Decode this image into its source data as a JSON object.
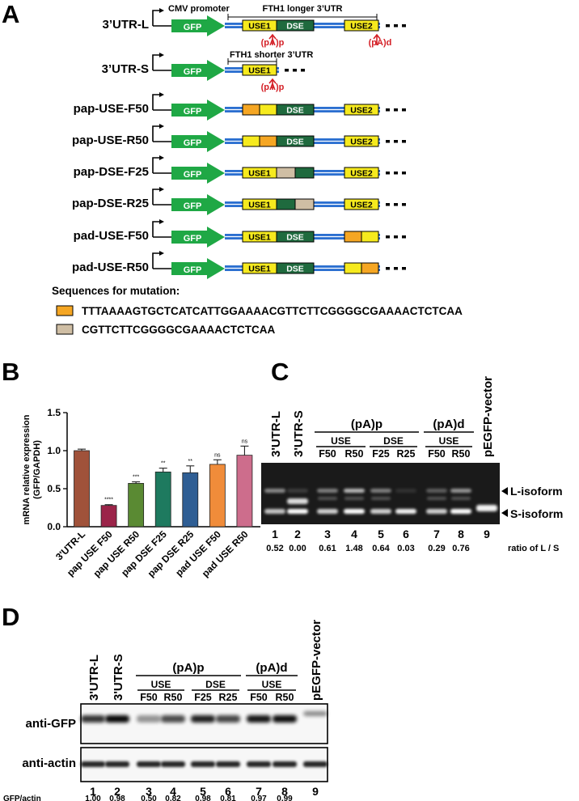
{
  "panel_labels": {
    "a": "A",
    "b": "B",
    "c": "C",
    "d": "D"
  },
  "panel_a": {
    "cmv_label": "CMV promoter",
    "gfp_label": "GFP",
    "longer_utr_label": "FTH1 longer 3’UTR",
    "shorter_utr_label": "FTH1 shorter 3’UTR",
    "pap_label": "(pA)p",
    "pad_label": "(pA)d",
    "box_use1": "USE1",
    "box_dse": "DSE",
    "box_use2": "USE2",
    "constructs": [
      {
        "name": "3’UTR-L"
      },
      {
        "name": "3’UTR-S"
      },
      {
        "name": "pap-USE-F50"
      },
      {
        "name": "pap-USE-R50"
      },
      {
        "name": "pap-DSE-F25"
      },
      {
        "name": "pap-DSE-R25"
      },
      {
        "name": "pad-USE-F50"
      },
      {
        "name": "pad-USE-R50"
      }
    ],
    "sequences_title": "Sequences for mutation:",
    "seq1": "TTTAAAAGTGCTCATCATTGGAAAACGTTCTTCGGGGCGAAAACTCTCAA",
    "seq2": "CGTTCTTCGGGGCGAAAACTCTCAA",
    "colors": {
      "use": "#f6ea1e",
      "dse": "#1f6a3e",
      "mut1": "#f5a623",
      "mut2": "#cfbea4",
      "gfp": "#1fa845",
      "utr": "#2b6fd0",
      "pa": "#d41f26"
    }
  },
  "chart_data": {
    "type": "bar",
    "ylabel": "mRNA relative expression (GFP/GAPDH)",
    "categories": [
      "3'UTR-L",
      "pap USE F50",
      "pap USE R50",
      "pap DSE F25",
      "pap DSE R25",
      "pad USE F50",
      "pad USE R50"
    ],
    "values": [
      1.0,
      0.28,
      0.57,
      0.72,
      0.71,
      0.82,
      0.94
    ],
    "errors": [
      0.02,
      0.01,
      0.02,
      0.05,
      0.09,
      0.06,
      0.12
    ],
    "significance": [
      "",
      "****",
      "***",
      "**",
      "**",
      "ns",
      "ns"
    ],
    "colors": [
      "#a0523a",
      "#9b2449",
      "#5a8a33",
      "#1e7a5f",
      "#2f5e94",
      "#f08c3a",
      "#cd6d8c"
    ],
    "ylim": [
      0,
      1.5
    ],
    "yticks": [
      "0.0",
      "0.5",
      "1.0",
      "1.5"
    ]
  },
  "panel_c": {
    "lanes": [
      "3'UTR-L",
      "3'UTR-S",
      "F50",
      "R50",
      "F25",
      "R25",
      "F50",
      "R50",
      "pEGFP-vector"
    ],
    "lane_numbers": [
      "1",
      "2",
      "3",
      "4",
      "5",
      "6",
      "7",
      "8",
      "9"
    ],
    "ratios": [
      "0.52",
      "0.00",
      "0.61",
      "1.48",
      "0.64",
      "0.03",
      "0.29",
      "0.76"
    ],
    "ratio_label": "ratio of L / S",
    "pap_label": "(pA)p",
    "pad_label": "(pA)d",
    "use_label": "USE",
    "dse_label": "DSE",
    "l_isoform": "L-isoform",
    "s_isoform": "S-isoform"
  },
  "panel_d": {
    "lanes": [
      "3'UTR-L",
      "3'UTR-S",
      "F50",
      "R50",
      "F25",
      "R25",
      "F50",
      "R50",
      "pEGFP-vector"
    ],
    "lane_numbers": [
      "1",
      "2",
      "3",
      "4",
      "5",
      "6",
      "7",
      "8",
      "9"
    ],
    "ratio_label": "GFP/actin",
    "ratios": [
      "1.00",
      "0.98",
      "0.50",
      "0.82",
      "0.98",
      "0.81",
      "0.97",
      "0.99"
    ],
    "pap_label": "(pA)p",
    "pad_label": "(pA)d",
    "use_label": "USE",
    "dse_label": "DSE",
    "gfp_row": "anti-GFP",
    "actin_row": "anti-actin"
  }
}
